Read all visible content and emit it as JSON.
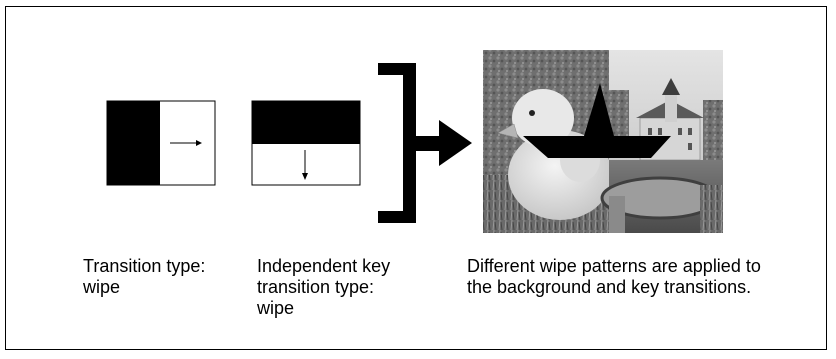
{
  "captions": {
    "wipe": "Transition type:\nwipe",
    "key": "Independent key\ntransition type:\nwipe",
    "result": "Different wipe patterns are applied to\nthe background and key transitions."
  },
  "icons": {
    "horizontal_wipe": "right-arrow-icon",
    "vertical_wipe": "down-arrow-icon",
    "bracket": "bracket-icon",
    "flow": "block-arrow-icon",
    "star": "star-icon"
  },
  "colors": {
    "ink": "#000000",
    "paper": "#ffffff"
  }
}
